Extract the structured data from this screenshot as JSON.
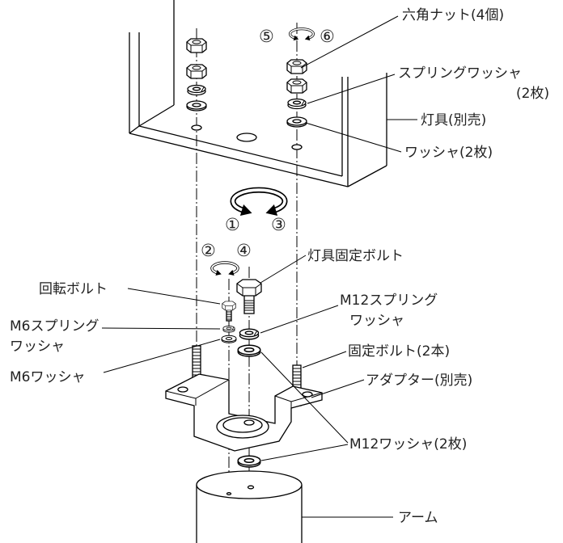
{
  "labels": {
    "hex_nut": "六角ナット(4個)",
    "spring_washer": "スプリングワッシャ",
    "spring_washer_qty": "(2枚)",
    "luminaire": "灯具(別売)",
    "washer": "ワッシャ(2枚)",
    "luminaire_bolt": "灯具固定ボルト",
    "rotation_bolt": "回転ボルト",
    "m12_spring_washer_line1": "M12スプリング",
    "m12_spring_washer_line2": "ワッシャ",
    "m6_spring_washer_line1": "M6スプリング",
    "m6_spring_washer_line2": "ワッシャ",
    "fixing_bolt": "固定ボルト(2本)",
    "m6_washer": "M6ワッシャ",
    "adapter": "アダプター(別売)",
    "m12_washer": "M12ワッシャ(2枚)",
    "arm": "アーム"
  },
  "steps": {
    "s1": "①",
    "s2": "②",
    "s3": "③",
    "s4": "④",
    "s5": "⑤",
    "s6": "⑥"
  }
}
